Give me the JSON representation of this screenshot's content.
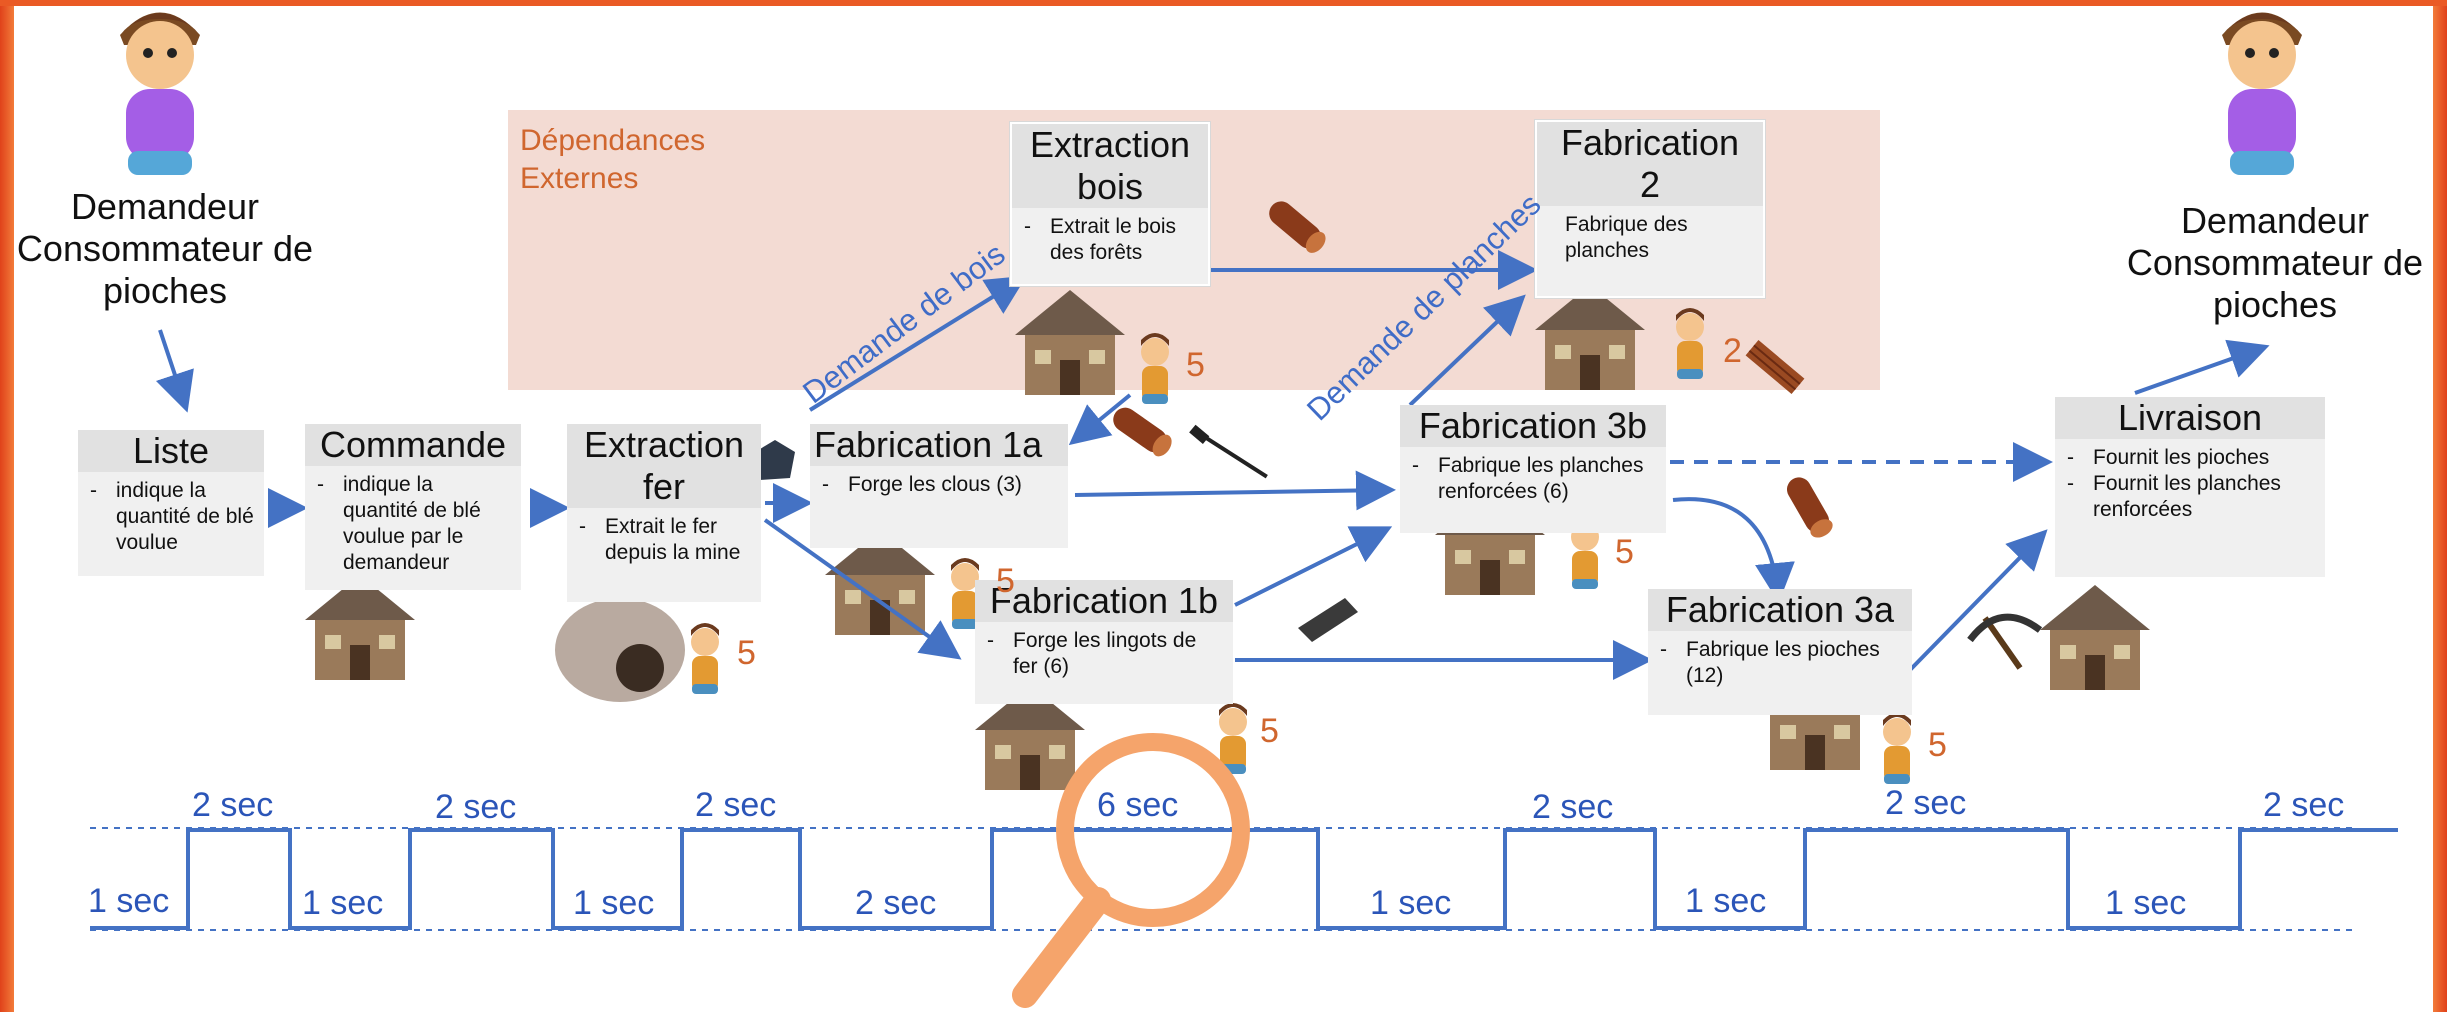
{
  "external": {
    "label": "Dépendances\nExternes"
  },
  "people": {
    "left": {
      "label": "Demandeur\nConsommateur de\npioches"
    },
    "right": {
      "label": "Demandeur\nConsommateur de\npioches"
    }
  },
  "steps": {
    "liste": {
      "title": "Liste",
      "items": [
        "indique la quantité de blé voulue"
      ]
    },
    "commande": {
      "title": "Commande",
      "items": [
        "indique la quantité de blé voulue par le demandeur"
      ]
    },
    "extraction_fer": {
      "title": "Extraction\nfer",
      "items": [
        "Extrait le fer depuis la mine"
      ]
    },
    "extraction_bois": {
      "title": "Extraction\nbois",
      "items": [
        "Extrait le bois des forêts"
      ]
    },
    "fabrication_2": {
      "title": "Fabrication\n2",
      "text": "Fabrique des planches"
    },
    "fabrication_1a": {
      "title": "Fabrication 1a",
      "items": [
        "Forge les clous (3)"
      ]
    },
    "fabrication_1b": {
      "title": "Fabrication 1b",
      "items": [
        "Forge les lingots de fer (6)"
      ]
    },
    "fabrication_3b": {
      "title": "Fabrication 3b",
      "items": [
        "Fabrique les planches renforcées (6)"
      ]
    },
    "fabrication_3a": {
      "title": "Fabrication 3a",
      "items": [
        "Fabrique les pioches (12)"
      ]
    },
    "livraison": {
      "title": "Livraison",
      "items": [
        "Fournit les pioches",
        "Fournit les planches renforcées"
      ]
    }
  },
  "worker_counts": {
    "extraction_fer": "5",
    "extraction_bois": "5",
    "fabrication_1a": "5",
    "fabrication_1b": "5",
    "fabrication_2": "2",
    "fabrication_3b": "5",
    "fabrication_3a": "5"
  },
  "arrow_labels": {
    "bois": "Demande de bois",
    "planches": "Demande de planches"
  },
  "timeline": {
    "labels": [
      "1 sec",
      "2 sec",
      "1 sec",
      "2 sec",
      "1 sec",
      "2 sec",
      "2 sec",
      "6 sec",
      "1 sec",
      "2 sec",
      "1 sec",
      "2 sec",
      "1 sec",
      "2 sec"
    ]
  },
  "colors": {
    "arrow": "#4472c4",
    "accent": "#d0662e",
    "magnifier": "#f5a46b",
    "external_bg": "#f3dbd3"
  },
  "icons": [
    "person-icon",
    "house-icon",
    "mine-icon",
    "log-icon",
    "nail-icon",
    "ingot-icon",
    "plank-icon",
    "pickaxe-icon",
    "ore-icon",
    "worker-icon",
    "magnifier-icon"
  ]
}
